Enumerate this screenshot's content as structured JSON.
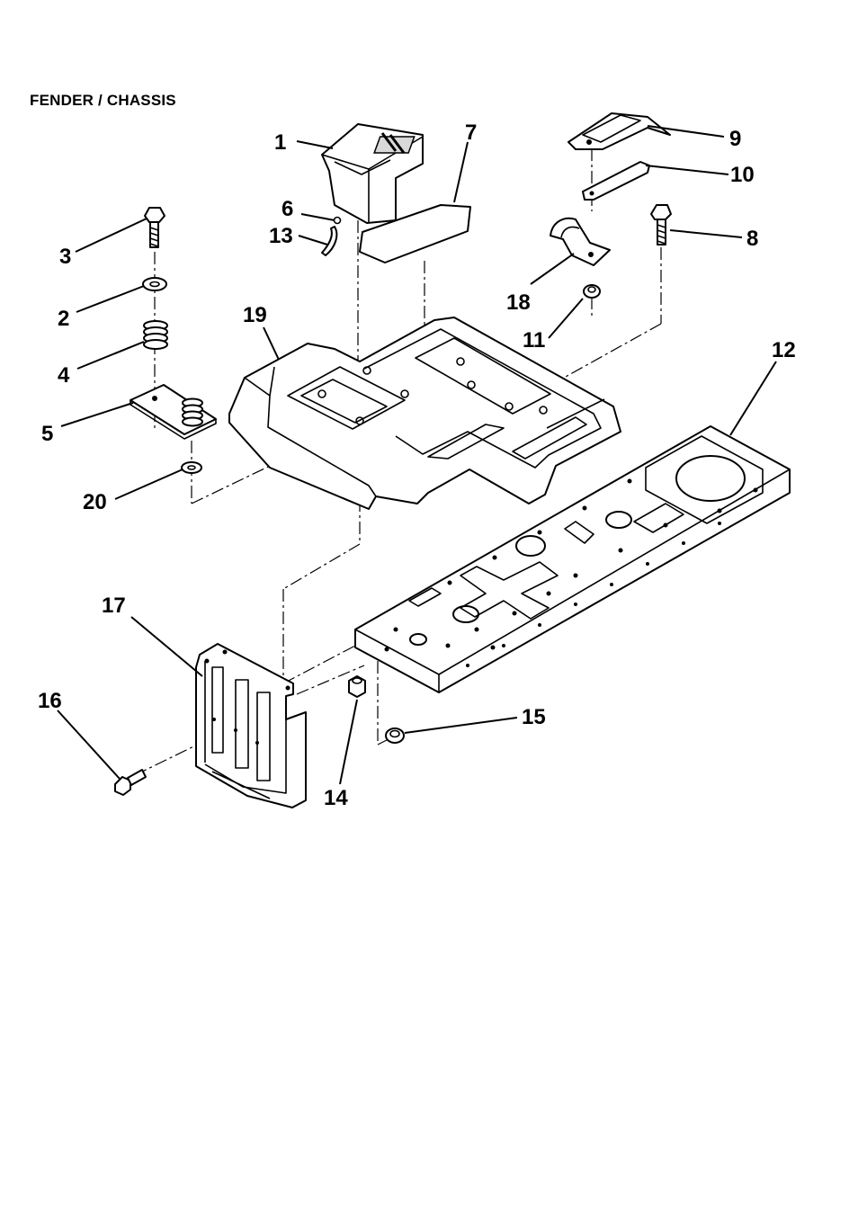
{
  "title": "FENDER / CHASSIS",
  "callouts": [
    "1",
    "2",
    "3",
    "4",
    "5",
    "6",
    "7",
    "8",
    "9",
    "10",
    "11",
    "12",
    "13",
    "14",
    "15",
    "16",
    "17",
    "18",
    "19",
    "20"
  ],
  "parts": [
    {
      "label": "1",
      "icon": "battery-tray-icon"
    },
    {
      "label": "2",
      "icon": "washer-icon"
    },
    {
      "label": "3",
      "icon": "bolt-icon"
    },
    {
      "label": "4",
      "icon": "spring-icon"
    },
    {
      "label": "5",
      "icon": "seat-plate-icon"
    },
    {
      "label": "6",
      "icon": "clip-icon"
    },
    {
      "label": "7",
      "icon": "pad-icon"
    },
    {
      "label": "8",
      "icon": "bolt-icon"
    },
    {
      "label": "9",
      "icon": "cover-plate-icon"
    },
    {
      "label": "10",
      "icon": "bracket-icon"
    },
    {
      "label": "11",
      "icon": "nut-icon"
    },
    {
      "label": "12",
      "icon": "chassis-frame-icon"
    },
    {
      "label": "13",
      "icon": "tube-icon"
    },
    {
      "label": "14",
      "icon": "nut-icon"
    },
    {
      "label": "15",
      "icon": "nut-icon"
    },
    {
      "label": "16",
      "icon": "bolt-icon"
    },
    {
      "label": "17",
      "icon": "front-plate-icon"
    },
    {
      "label": "18",
      "icon": "clamp-icon"
    },
    {
      "label": "19",
      "icon": "fender-icon"
    },
    {
      "label": "20",
      "icon": "washer-icon"
    }
  ]
}
